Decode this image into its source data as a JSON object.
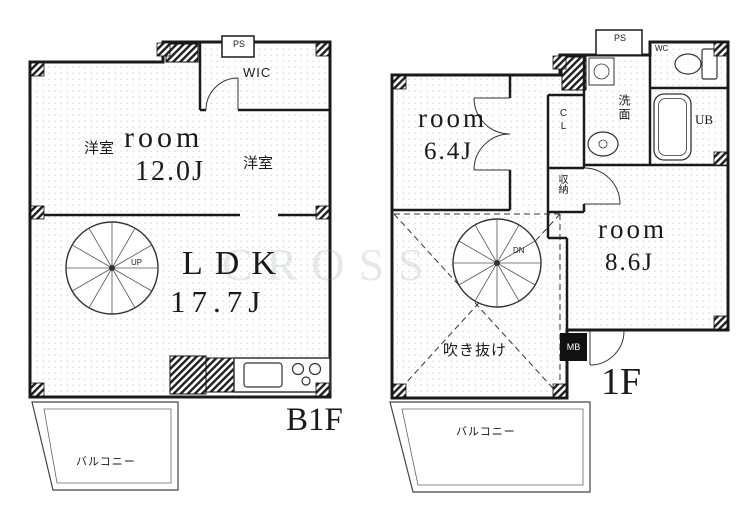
{
  "colors": {
    "wall": "#1a1a1a",
    "line": "#333333",
    "watermark_text": "#8c96a0"
  },
  "watermark": "CROSS",
  "b1f": {
    "floor_label": "B1F",
    "labels": {
      "ps": "PS",
      "wic": "WIC",
      "bedroom_jp": "洋室",
      "bedroom_word": "room",
      "bedroom_size": "12.0J",
      "bedroom_jp_2": "洋室",
      "ldk": "LDK",
      "ldk_size": "17.7J",
      "stair_direction": "UP",
      "balcony": "バルコニー"
    }
  },
  "f1": {
    "floor_label": "1F",
    "labels": {
      "ps": "PS",
      "wc": "WC",
      "washroom": "洗面",
      "unit_bath": "UB",
      "closet": "CL",
      "storage": "収納",
      "room_a_word": "room",
      "room_a_size": "6.4J",
      "room_b_word": "room",
      "room_b_size": "8.6J",
      "stair_direction": "DN",
      "void": "吹き抜け",
      "meter_box": "MB",
      "balcony": "バルコニー"
    }
  }
}
